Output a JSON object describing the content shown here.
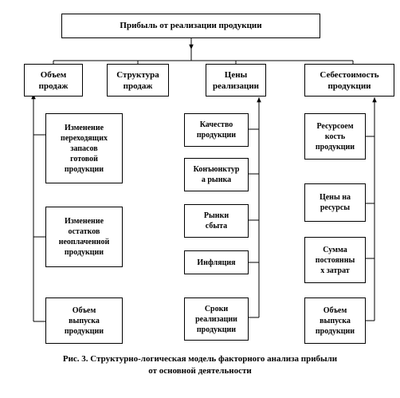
{
  "top": "Прибыль от реализации продукции",
  "headers": {
    "volume": "Объем\nпродаж",
    "structure": "Структура\nпродаж",
    "prices": "Цены\nреализации",
    "cost": "Себестоимость\nпродукции"
  },
  "volume_factors": [
    "Изменение\nпереходящих\nзапасов\nготовой\nпродукции",
    "Изменение\nостатков\nнеоплаченной\nпродукции",
    "Объем\nвыпуска\nпродукции"
  ],
  "price_factors": [
    "Качество\nпродукции",
    "Конъюнктур\nа рынка",
    "Рынки\nсбыта",
    "Инфляция",
    "Сроки\nреализации\nпродукции"
  ],
  "cost_factors": [
    "Ресурсоем\nкость\nпродукции",
    "Цены на\nресурсы",
    "Сумма\nпостоянны\nх затрат",
    "Объем\nвыпуска\nпродукции"
  ],
  "caption": "Рис. 3. Структурно-логическая модель факторного анализа прибыли\nот основной деятельности"
}
